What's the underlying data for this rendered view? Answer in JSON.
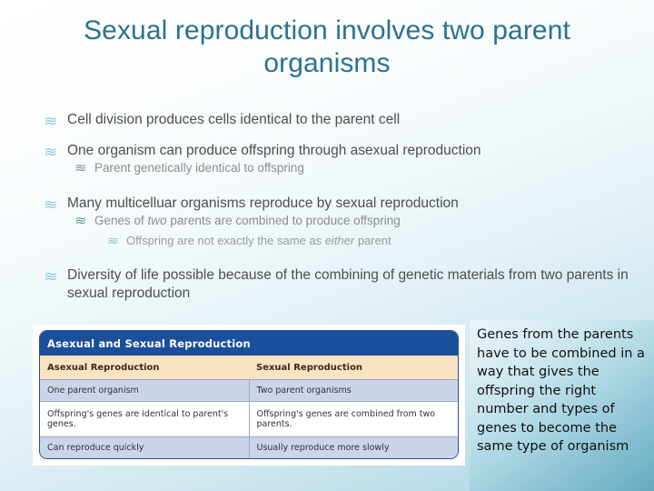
{
  "slide": {
    "title": "Sexual reproduction involves two parent organisms",
    "bullet_glyph": "≋",
    "colors": {
      "title": "#2b728f",
      "level1_text": "#4d4d4d",
      "level2_text": "#8c8c8c",
      "level3_text": "#9a9a9a",
      "bullet_mark": "#8fc3d6",
      "table_title_bg": "#1b4f9c",
      "table_head_bg": "#fae3c0",
      "table_row_shade": "#ccd4e8",
      "note_box_accent": "#6aaac0"
    },
    "bullets": [
      {
        "level": 1,
        "text": "Cell division produces cells identical to the parent cell"
      },
      {
        "level": 1,
        "text": "One organism can produce offspring through asexual reproduction"
      },
      {
        "level": 2,
        "text": "Parent genetically identical to offspring"
      },
      {
        "level": 1,
        "text": "Many multicelluar organisms reproduce by sexual reproduction"
      },
      {
        "level": 2,
        "text_parts": [
          {
            "text": "Genes of ",
            "italic": false
          },
          {
            "text": "two",
            "italic": true
          },
          {
            "text": " parents are combined to produce offspring",
            "italic": false
          }
        ],
        "text": "Genes of two parents are combined to produce offspring"
      },
      {
        "level": 3,
        "text_parts": [
          {
            "text": "Offspring are not exactly the same as ",
            "italic": false
          },
          {
            "text": "either",
            "italic": true
          },
          {
            "text": " parent",
            "italic": false
          }
        ],
        "text": "Offspring are not exactly the same as either parent"
      },
      {
        "level": 1,
        "text": "Diversity of life possible because of the combining of genetic materials from two parents in sexual reproduction"
      }
    ],
    "comparison_table": {
      "title": "Asexual and Sexual Reproduction",
      "columns": [
        "Asexual Reproduction",
        "Sexual Reproduction"
      ],
      "rows": [
        [
          "One parent organism",
          "Two parent organisms"
        ],
        [
          "Offspring's genes are identical to parent's genes.",
          "Offspring's genes are combined from two parents."
        ],
        [
          "Can reproduce quickly",
          "Usually reproduce more slowly"
        ]
      ]
    },
    "note_box": {
      "text": "Genes from the parents have to be combined in a way that gives the offspring the right number and types of genes to become the same type of organism"
    }
  }
}
